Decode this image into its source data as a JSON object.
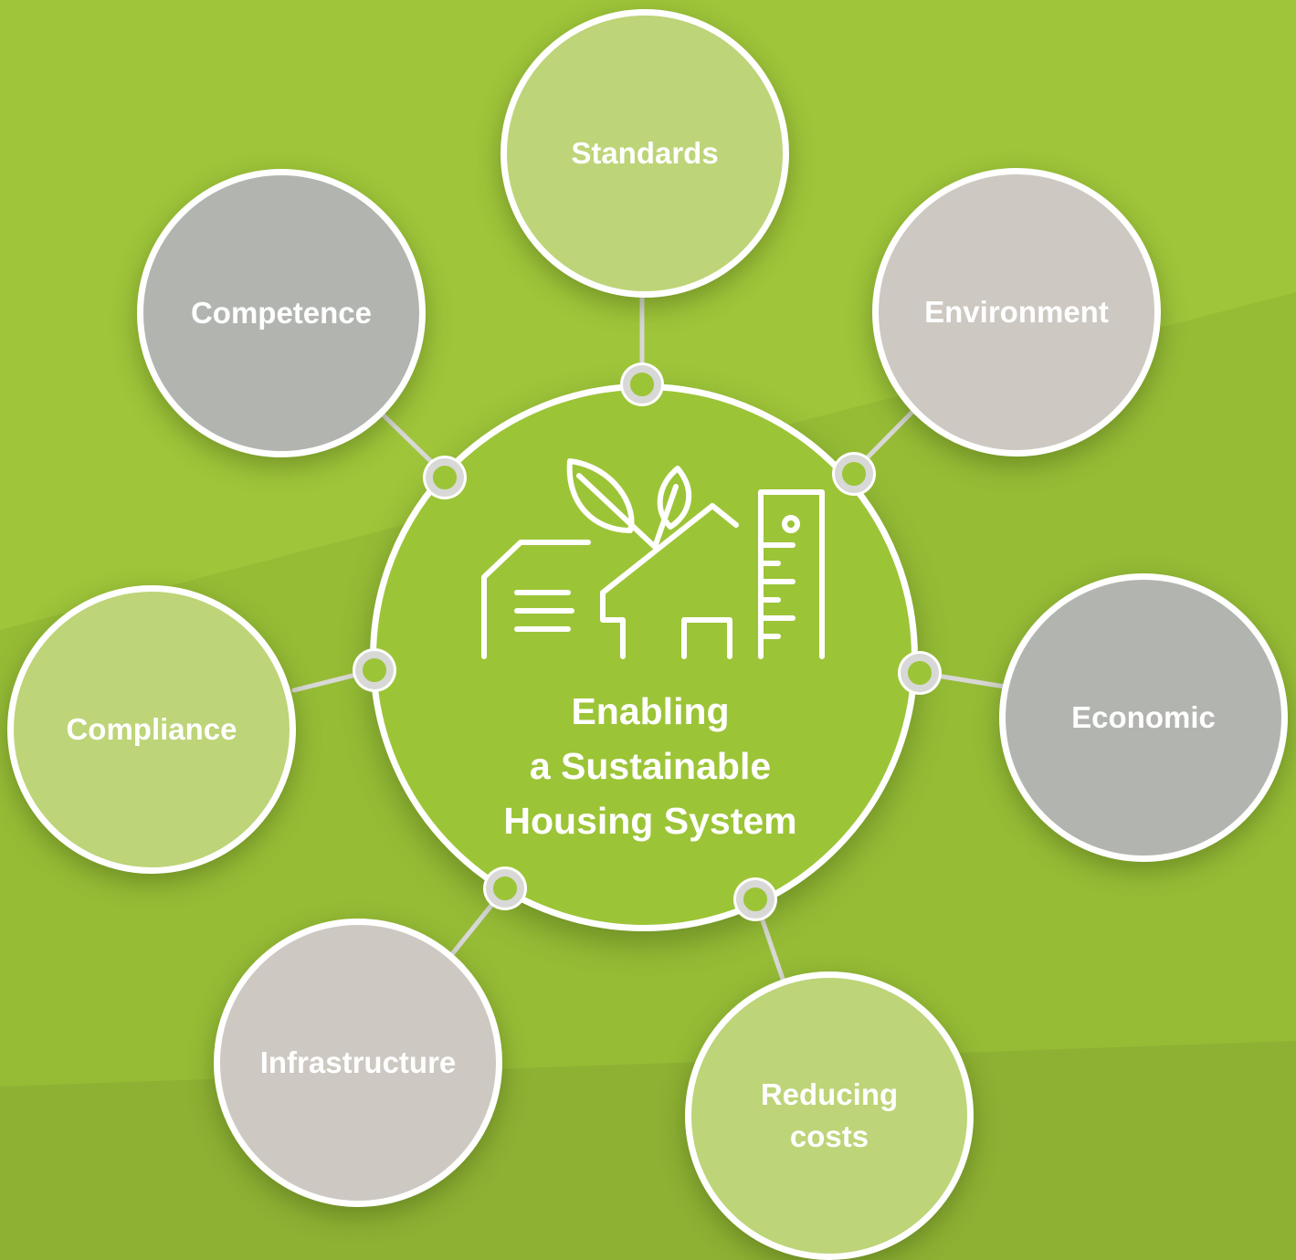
{
  "hub": {
    "title": "Enabling\na Sustainable\nHousing System",
    "icon": "sustainable-housing-icon"
  },
  "nodes": [
    {
      "id": "standards",
      "label": "Standards",
      "color": "#bdd478"
    },
    {
      "id": "environment",
      "label": "Environment",
      "color": "#cdc8c1"
    },
    {
      "id": "economic",
      "label": "Economic",
      "color": "#b2b5af"
    },
    {
      "id": "reducing-costs",
      "label": "Reducing\ncosts",
      "color": "#bdd478"
    },
    {
      "id": "infrastructure",
      "label": "Infrastructure",
      "color": "#cdc8c1"
    },
    {
      "id": "compliance",
      "label": "Compliance",
      "color": "#bdd478"
    },
    {
      "id": "competence",
      "label": "Competence",
      "color": "#b2b5af"
    }
  ],
  "colors": {
    "background": "#9fc53a",
    "hub": "#9cc437",
    "border": "#ffffff",
    "connector": "#d8d8d6"
  }
}
